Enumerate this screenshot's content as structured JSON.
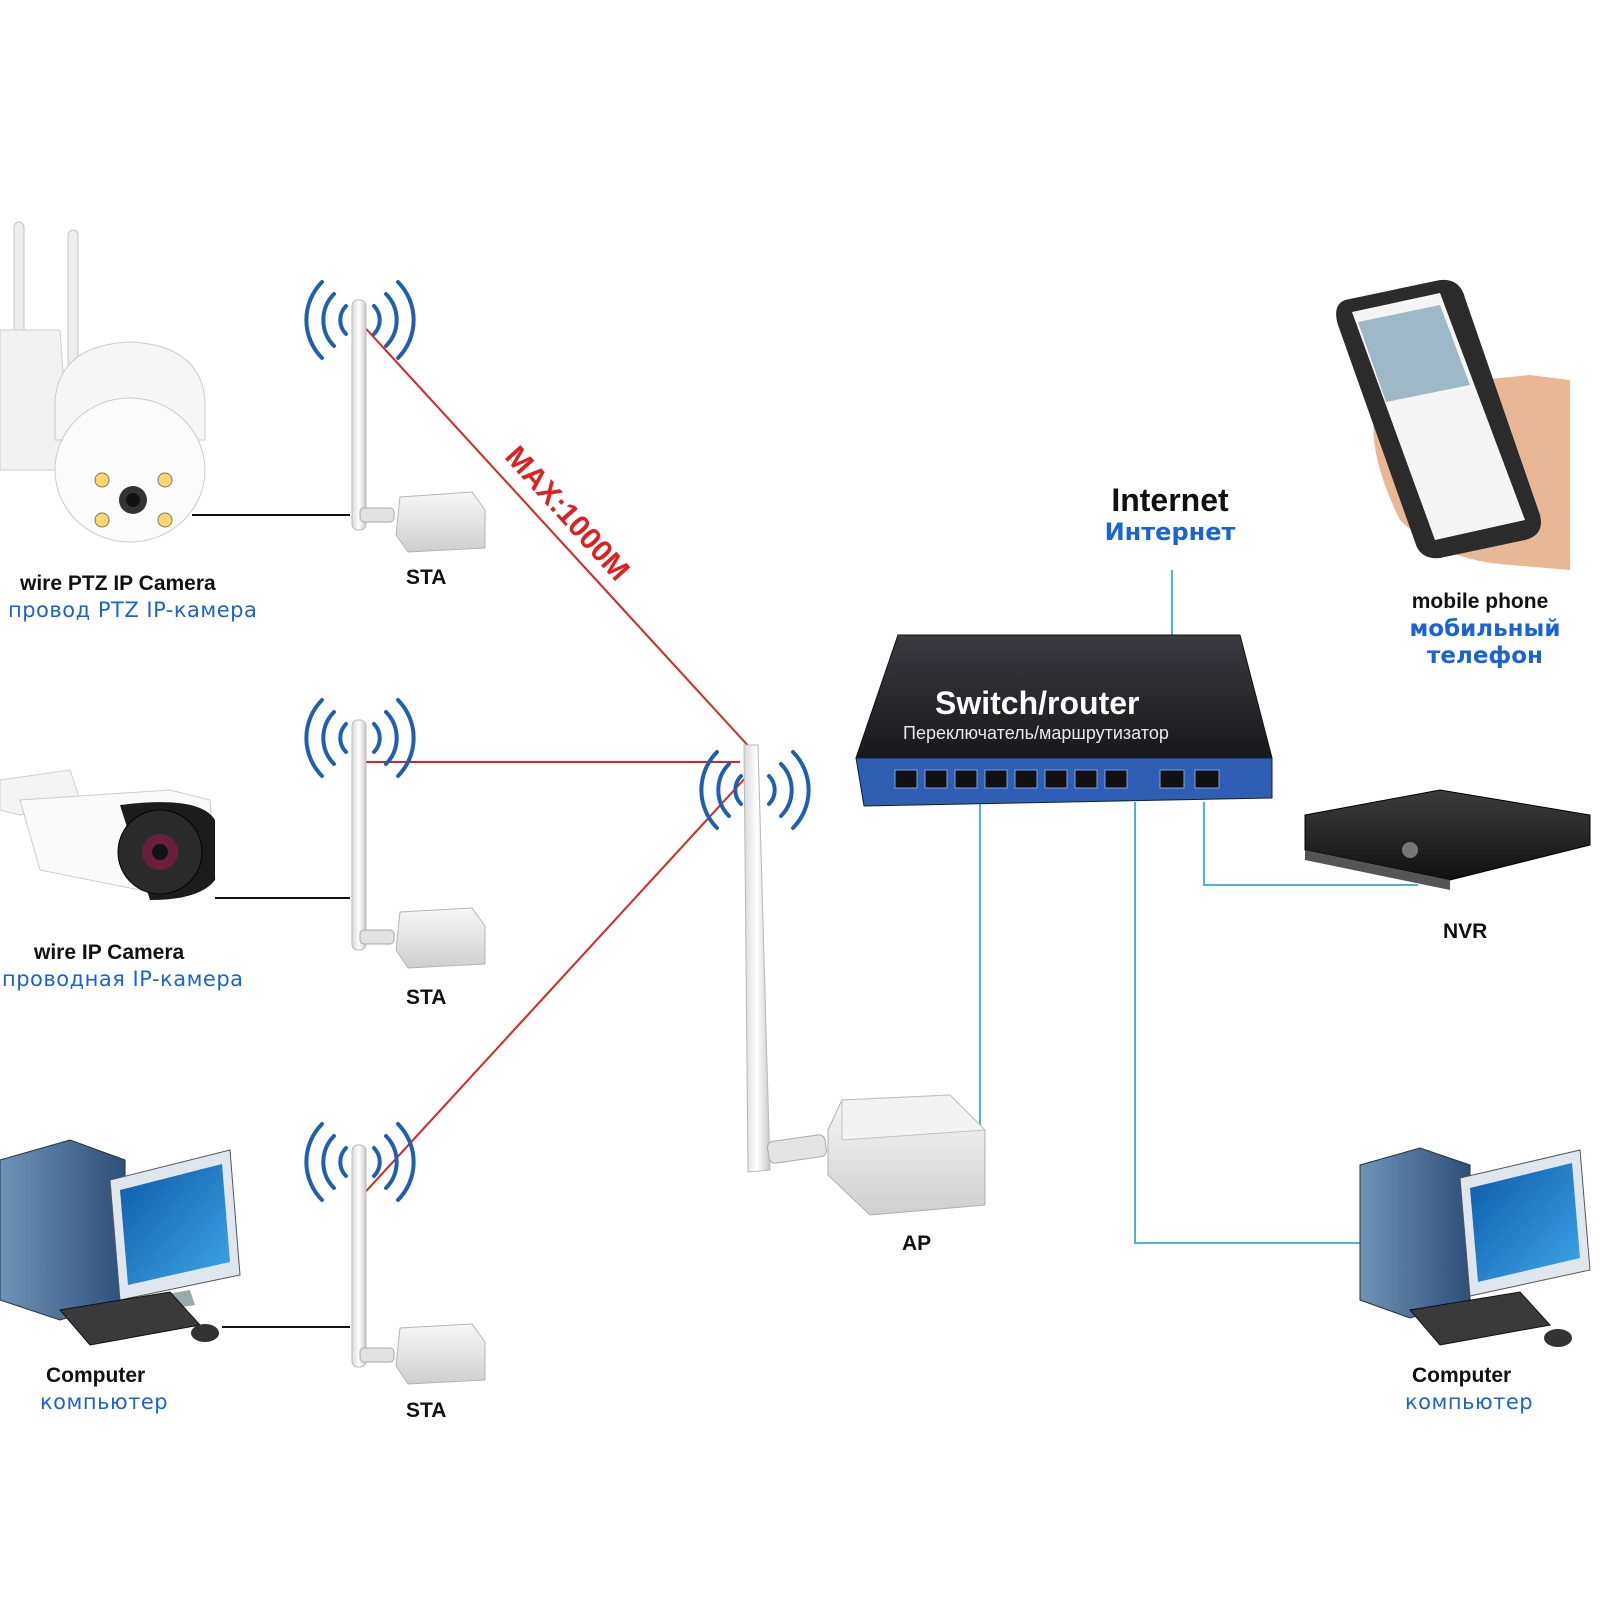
{
  "distance_label": "MAX:1000M",
  "internet": {
    "en": "Internet",
    "ru": "Интернет"
  },
  "switch": {
    "title": "Switch/router",
    "subtitle": "Переключатель/маршрутизатор"
  },
  "devices": {
    "ptz_camera": {
      "en": "wire PTZ IP Camera",
      "ru": "провод PTZ IP-камера"
    },
    "bullet_camera": {
      "en": "wire IP Camera",
      "ru": "проводная IP-камера"
    },
    "computer_left": {
      "en": "Computer",
      "ru": "компьютер"
    },
    "computer_right": {
      "en": "Computer",
      "ru": "компьютер"
    },
    "mobile": {
      "en": "mobile phone",
      "ru_line1": "мобильный",
      "ru_line2": "телефон"
    },
    "nvr": {
      "en": "NVR"
    },
    "ap": {
      "en": "AP"
    },
    "sta1": {
      "en": "STA"
    },
    "sta2": {
      "en": "STA"
    },
    "sta3": {
      "en": "STA"
    }
  },
  "colors": {
    "wireless_link": "#e02020",
    "wired_link": "#4fb3cf",
    "black_link": "#111111",
    "signal_waves": "#1f5fb0",
    "label_blue": "#1a63d6",
    "switch_body": "#1e1e22",
    "switch_panel": "#2f5fb5"
  },
  "icons": [
    "ptz-camera-icon",
    "bullet-camera-icon",
    "desktop-computer-icon",
    "antenna-icon",
    "wifi-waves-icon",
    "sta-unit-icon",
    "ap-unit-icon",
    "switch-router-icon",
    "nvr-icon",
    "mobile-phone-icon"
  ]
}
